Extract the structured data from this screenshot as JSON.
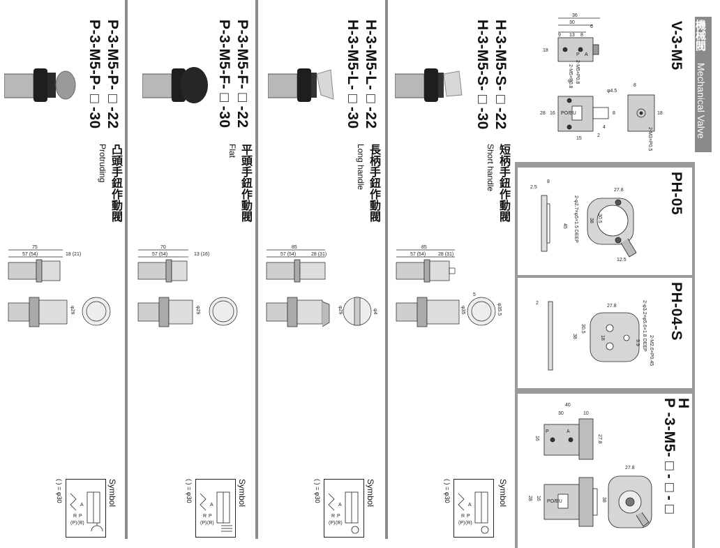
{
  "sidebar": {
    "category_cn": "機械閥",
    "category_en": "Mechanical Valve"
  },
  "right_panels": [
    {
      "model": "V-3-M5",
      "dims": [
        "36",
        "30",
        "6",
        "9",
        "13",
        "8",
        "18",
        "2-M5×P0.8",
        "2-M5×P0.8",
        "8",
        "φ4.5",
        "8",
        "4",
        "2",
        "28",
        "16",
        "15",
        "8",
        "18",
        "2-M3×P0.5",
        "P",
        "A",
        "PO/EU"
      ]
    },
    {
      "model": "PH-05",
      "dims": [
        "2.5",
        "8",
        "27.8",
        "2-φ2.7×φ5×1.5 DEEP",
        "30.5",
        "45",
        "38",
        "12.5"
      ]
    },
    {
      "model": "PH-04-S",
      "dims": [
        "2",
        "27.8",
        "2-φ3.2×φ5.6×1.8 DEEP",
        "2-M2.6×P0.45",
        "18",
        "30.5",
        "38",
        "9.9"
      ]
    },
    {
      "model_line1": "H",
      "model_line2": "P -3-M5-□-□-□",
      "dims": [
        "40",
        "30",
        "10",
        "16",
        "27.8",
        "27.8",
        "28",
        "16",
        "38",
        "P",
        "A",
        "PO/EU"
      ]
    }
  ],
  "columns": [
    {
      "code_a": "H-3-M5-S-□-22",
      "code_b": "H-3-M5-S-□-30",
      "name_cn": "短柄手鈕作動閥",
      "name_en": "Short handle",
      "dims": [
        "85",
        "57 (54)",
        "28 (31)",
        "5",
        "φ35",
        "φ35.5"
      ],
      "symbol_label": "Symbol",
      "symbol_note": "( ) = φ30",
      "port_labels": [
        "A",
        "R",
        "P",
        "(P)",
        "(R)"
      ]
    },
    {
      "code_a": "H-3-M5-L-□-22",
      "code_b": "H-3-M5-L-□-30",
      "name_cn": "長柄手鈕作動閥",
      "name_en": "Long handle",
      "dims": [
        "85",
        "57 (54)",
        "28 (31)",
        "φ29",
        "φ4"
      ],
      "symbol_label": "Symbol",
      "symbol_note": "( ) = φ30",
      "port_labels": [
        "A",
        "R",
        "P",
        "(P)",
        "(R)"
      ]
    },
    {
      "code_a": "P-3-M5-F-□-22",
      "code_b": "P-3-M5-F-□-30",
      "name_cn": "平頭手鈕作動閥",
      "name_en": "Flat",
      "dims": [
        "70",
        "57 (54)",
        "13 (16)",
        "φ29"
      ],
      "symbol_label": "Symbol",
      "symbol_note": "( ) = φ30",
      "port_labels": [
        "A",
        "R",
        "P",
        "(P)",
        "(R)"
      ]
    },
    {
      "code_a": "P-3-M5-P-□-22",
      "code_b": "P-3-M5-P-□-30",
      "name_cn": "凸頭手鈕作動閥",
      "name_en": "Protruding",
      "dims": [
        "75",
        "57 (54)",
        "18 (21)",
        "φ29"
      ],
      "symbol_label": "Symbol",
      "symbol_note": "( ) = φ30",
      "port_labels": [
        "A",
        "R",
        "P",
        "(P)",
        "(R)"
      ]
    }
  ]
}
